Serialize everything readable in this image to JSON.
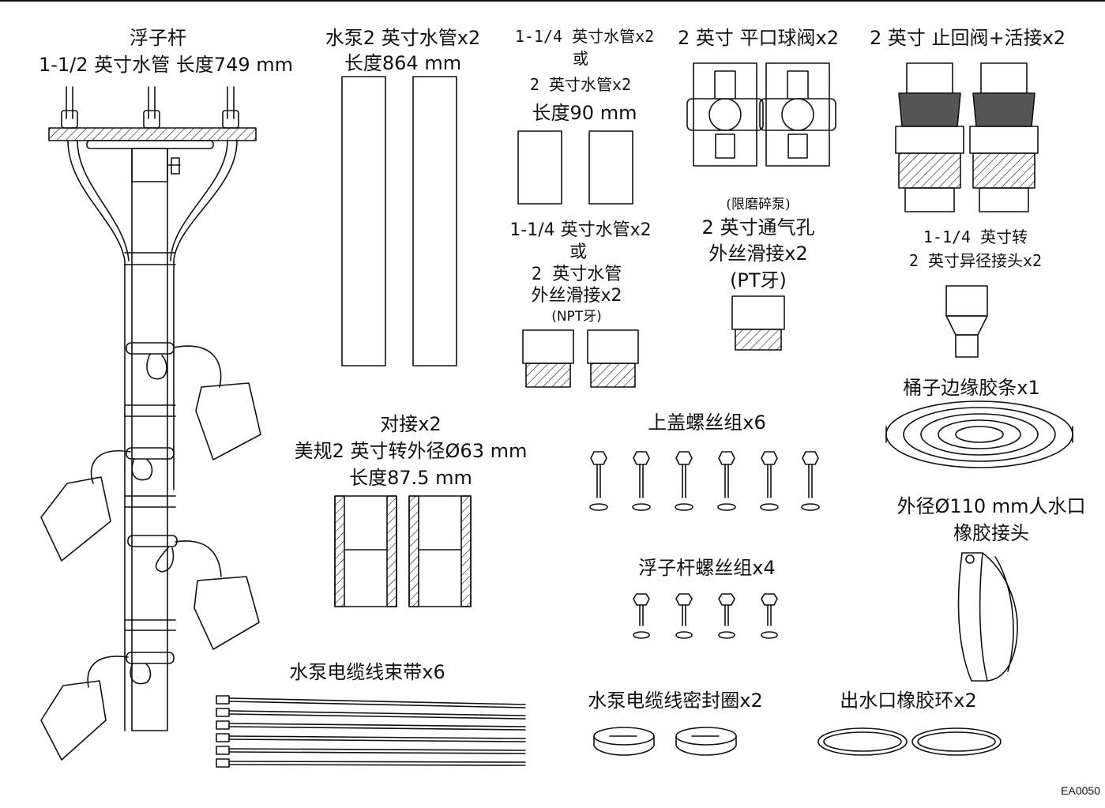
{
  "diagram": {
    "float_rod": {
      "title": "浮子杆",
      "subtitle": "1-1/2 英寸水管  长度749 mm"
    },
    "pump_pipe": {
      "title": "水泵2 英寸水管x2",
      "length": "长度864 mm"
    },
    "short_pipe": {
      "line1": "1-1/4 英寸水管x2",
      "or": "或",
      "line2": "2 英寸水管x2",
      "length": "长度90 mm"
    },
    "ball_valve": {
      "title": "2 英寸 平口球阀x2"
    },
    "check_valve": {
      "title": "2 英寸 止回阀+活接x2"
    },
    "npt_adapter": {
      "line1": "1-1/4 英寸水管x2",
      "or": "或",
      "line2": "2 英寸水管",
      "line3": "外丝滑接x2",
      "line4": "(NPT牙)"
    },
    "vent_adapter": {
      "note": "(限磨碎泵)",
      "line1": "2 英寸通气孔",
      "line2": "外丝滑接x2",
      "line3": "(PT牙)"
    },
    "reducer": {
      "line1": "1-1/4 英寸转",
      "line2": "2 英寸异径接头x2"
    },
    "edge_strip": {
      "title": "桶子边缘胶条x1"
    },
    "coupling": {
      "line1": "对接x2",
      "line2": "美规2 英寸转外径Ø63 mm",
      "line3": "长度87.5 mm"
    },
    "lid_screws": {
      "title": "上盖螺丝组x6"
    },
    "rubber_inlet": {
      "line1": "外径Ø110 mm人水口",
      "line2": "橡胶接头"
    },
    "rod_screws": {
      "title": "浮子杆螺丝组x4"
    },
    "cable_ties": {
      "title": "水泵电缆线束带x6"
    },
    "cable_seal": {
      "title": "水泵电缆线密封圈x2"
    },
    "outlet_ring": {
      "title": "出水口橡胶环x2"
    },
    "figure_code": "EA0050"
  }
}
